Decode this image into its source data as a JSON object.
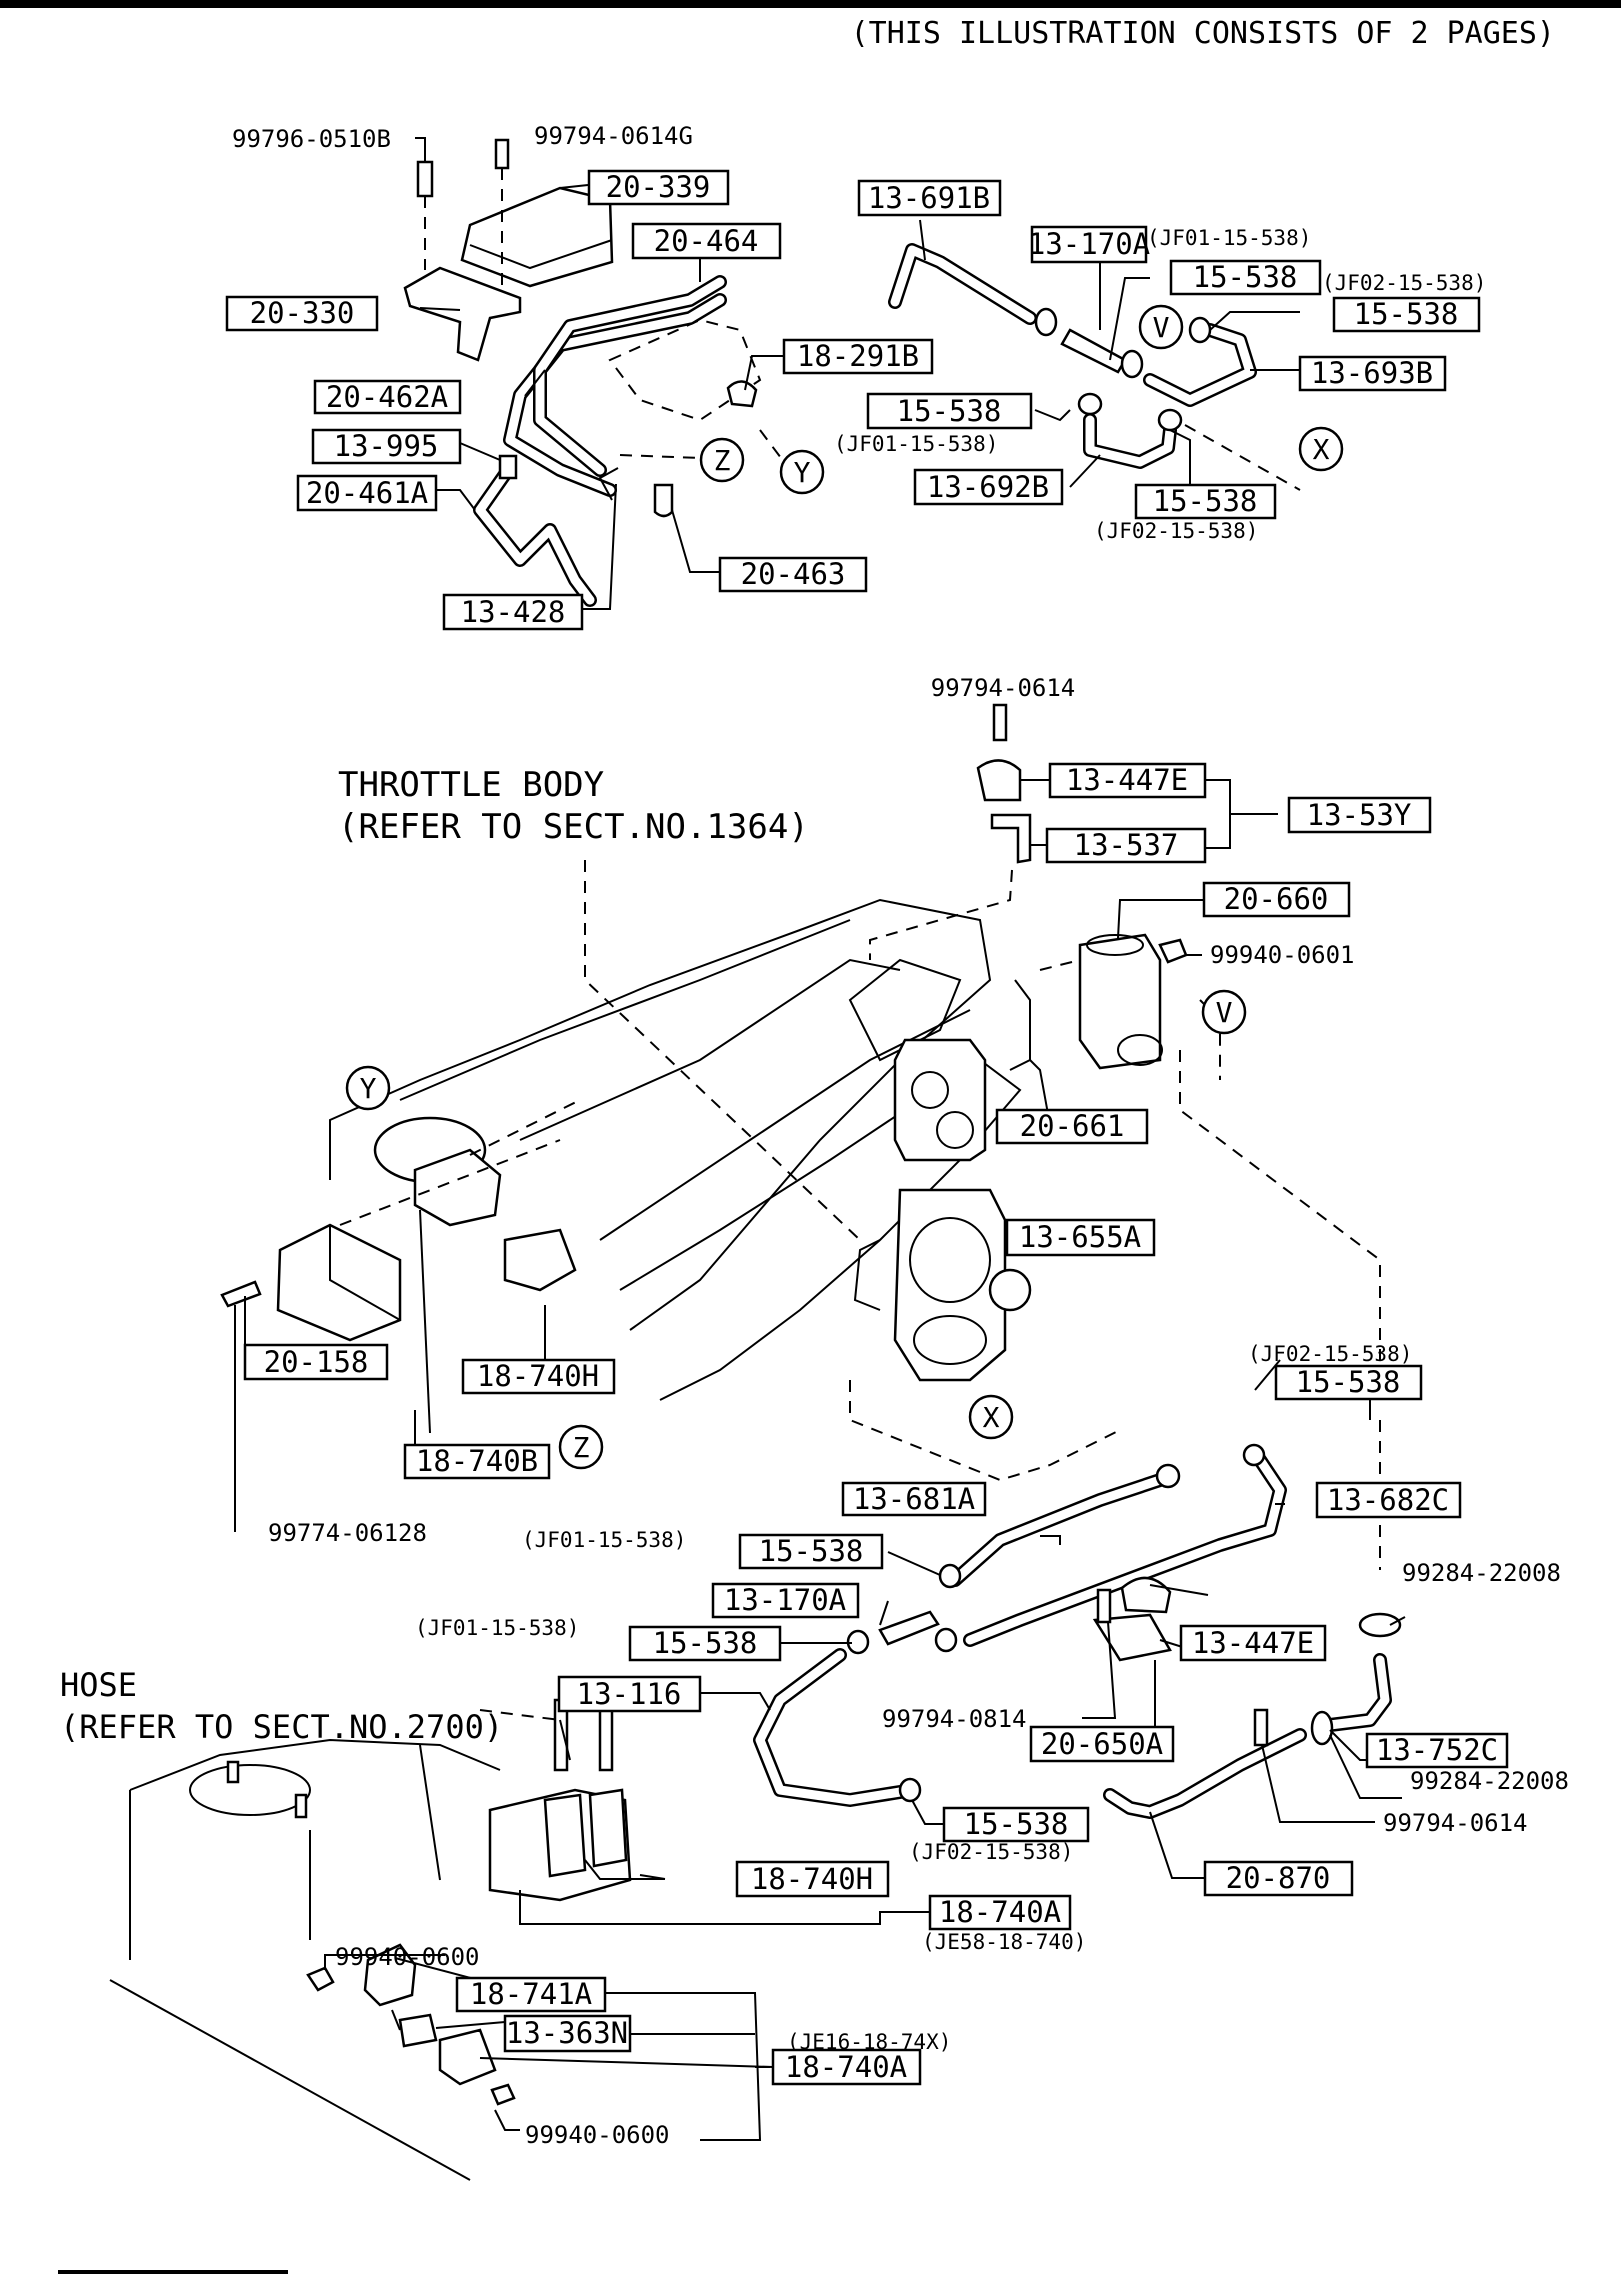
{
  "header": {
    "note": "(THIS ILLUSTRATION CONSISTS OF  2 PAGES)"
  },
  "refs": {
    "throttle_line1": "THROTTLE BODY",
    "throttle_line2": "(REFER TO SECT.NO.1364)",
    "hose_line1": "HOSE",
    "hose_line2": "(REFER TO SECT.NO.2700)"
  },
  "markers": {
    "V": "V",
    "X": "X",
    "Y": "Y",
    "Z": "Z"
  },
  "part_numbers": {
    "p20_339": "20-339",
    "p20_464": "20-464",
    "p20_330": "20-330",
    "p20_462A": "20-462A",
    "p13_995": "13-995",
    "p20_461A": "20-461A",
    "p13_428": "13-428",
    "p20_463": "20-463",
    "p18_291B": "18-291B",
    "p13_691B": "13-691B",
    "p13_170A_top": "13-170A",
    "p15_538_a": "15-538",
    "p15_538_b": "15-538",
    "p13_693B": "13-693B",
    "p15_538_c": "15-538",
    "p13_692B": "13-692B",
    "p15_538_d": "15-538",
    "p13_447E_top": "13-447E",
    "p13_537": "13-537",
    "p13_53Y": "13-53Y",
    "p20_660": "20-660",
    "p20_661": "20-661",
    "p13_655A": "13-655A",
    "p20_158": "20-158",
    "p18_740H_top": "18-740H",
    "p18_740B": "18-740B",
    "p15_538_e": "15-538",
    "p13_681A": "13-681A",
    "p13_682C": "13-682C",
    "p15_538_f": "15-538",
    "p13_170A_bot": "13-170A",
    "p15_538_g": "15-538",
    "p13_447E_bot": "13-447E",
    "p13_116": "13-116",
    "p20_650A": "20-650A",
    "p13_752C": "13-752C",
    "p15_538_h": "15-538",
    "p20_870": "20-870",
    "p18_740H_bot": "18-740H",
    "p18_740A_a": "18-740A",
    "p18_741A": "18-741A",
    "p13_363N": "13-363N",
    "p18_740A_b": "18-740A"
  },
  "bolt_numbers": {
    "b99796_0510B": "99796-0510B",
    "b99794_0614G": "99794-0614G",
    "b99794_0614_top": "99794-0614",
    "b99940_0601": "99940-0601",
    "b99774_06128": "99774-06128",
    "b99284_22008_a": "99284-22008",
    "b99794_0814": "99794-0814",
    "b99284_22008_b": "99284-22008",
    "b99794_0614_bot": "99794-0614",
    "b99940_0600_a": "99940-0600",
    "b99940_0600_b": "99940-0600"
  },
  "notes": {
    "jf01_a": "(JF01-15-538)",
    "jf02_a": "(JF02-15-538)",
    "jf01_b": "(JF01-15-538)",
    "jf02_b": "(JF02-15-538)",
    "jf02_c": "(JF02-15-538)",
    "jf01_c": "(JF01-15-538)",
    "jf01_d": "(JF01-15-538)",
    "jf02_d": "(JF02-15-538)",
    "je58": "(JE58-18-740)",
    "je16": "(JE16-18-74X)"
  }
}
